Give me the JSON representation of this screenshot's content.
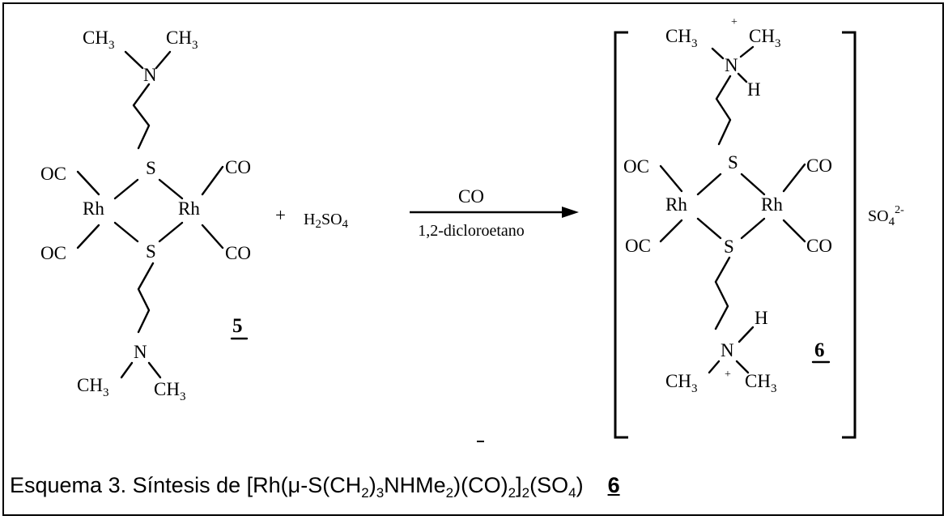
{
  "reactant": {
    "compound_number": "5",
    "top_amine": {
      "left_methyl": "CH",
      "left_methyl_sub": "3",
      "nitrogen": "N",
      "right_methyl": "CH",
      "right_methyl_sub": "3"
    },
    "bottom_amine": {
      "left_methyl": "CH",
      "left_methyl_sub": "3",
      "nitrogen": "N",
      "right_methyl": "CH",
      "right_methyl_sub": "3"
    },
    "core": {
      "sulfur_top": "S",
      "sulfur_bottom": "S",
      "rhodium_left": "Rh",
      "rhodium_right": "Rh",
      "carbonyl": "CO",
      "carbonyl_left": "OC"
    }
  },
  "plus_sign": "+",
  "acid": {
    "main": "H",
    "sub1": "2",
    "mid": "SO",
    "sub2": "4"
  },
  "arrow": {
    "above": "CO",
    "below": "1,2-dicloroetano"
  },
  "product": {
    "compound_number": "6",
    "top_amine": {
      "left_methyl": "CH",
      "left_methyl_sub": "3",
      "charge": "+",
      "nitrogen": "N",
      "hydrogen": "H",
      "right_methyl": "CH",
      "right_methyl_sub": "3"
    },
    "bottom_amine": {
      "left_methyl": "CH",
      "left_methyl_sub": "3",
      "charge": "+",
      "nitrogen": "N",
      "hydrogen": "H",
      "right_methyl": "CH",
      "right_methyl_sub": "3"
    },
    "core": {
      "sulfur_top": "S",
      "sulfur_bottom": "S",
      "rhodium_left": "Rh",
      "rhodium_right": "Rh",
      "carbonyl": "CO",
      "carbonyl_left": "OC"
    },
    "counter_ion": {
      "main": "SO",
      "sub": "4",
      "sup": "2-"
    }
  },
  "caption": {
    "prefix": "Esquema 3.  Síntesis de [Rh(μ-S(CH",
    "sub_a": "2",
    "part_b": ")",
    "sub_b": "3",
    "part_c": "NHMe",
    "sub_c": "2",
    "part_d": ")(CO)",
    "sub_d": "2",
    "part_e": "]",
    "sub_e": "2",
    "part_f": "(SO",
    "sub_f": "4",
    "part_g": ")",
    "number": "6"
  }
}
